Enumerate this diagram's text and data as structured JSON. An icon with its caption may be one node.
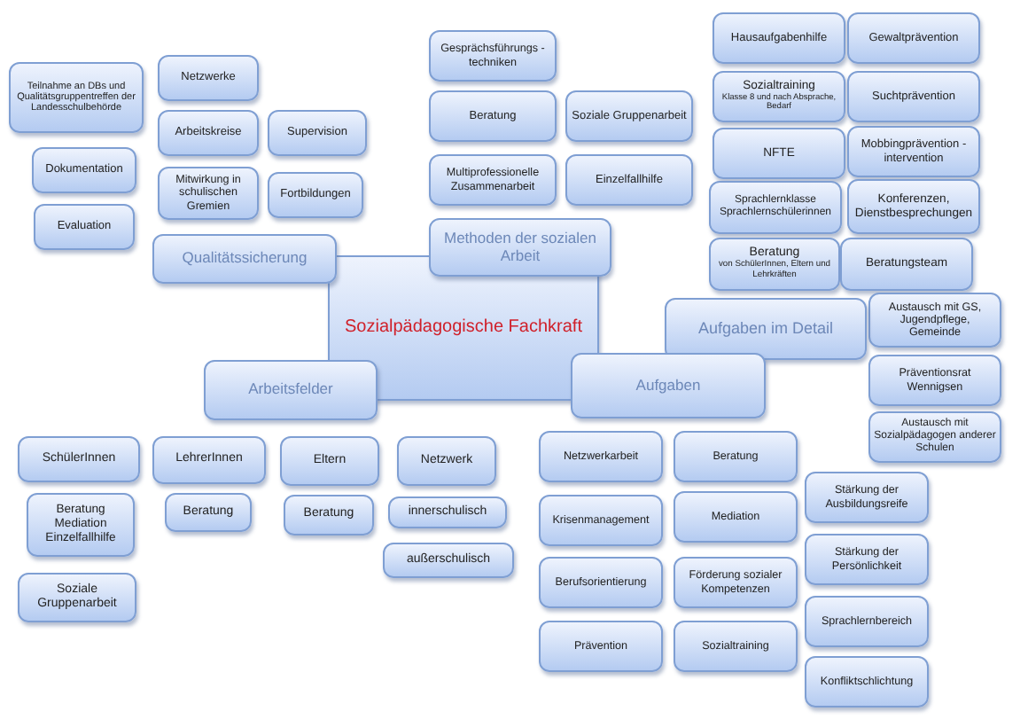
{
  "diagram": {
    "nodes": [
      {
        "text": [
          "Teilnahme an DBs und Qualitätsgruppentreffen der Landesschulbehörde"
        ]
      },
      {
        "text": [
          "Dokumentation"
        ]
      },
      {
        "text": [
          "Evaluation"
        ]
      },
      {
        "text": [
          "Netzwerke"
        ]
      },
      {
        "text": [
          "Arbeitskreise"
        ]
      },
      {
        "text": [
          "Supervision"
        ]
      },
      {
        "text": [
          "Mitwirkung in schulischen Gremien"
        ]
      },
      {
        "text": [
          "Fortbildungen"
        ]
      },
      {
        "text": [
          "Qualitätssicherung"
        ]
      },
      {
        "text": [
          "Gesprächsführungs -techniken"
        ]
      },
      {
        "text": [
          "Beratung"
        ]
      },
      {
        "text": [
          "Soziale Gruppenarbeit"
        ]
      },
      {
        "text": [
          "Multiprofessionelle Zusammenarbeit"
        ]
      },
      {
        "text": [
          "Einzelfallhilfe"
        ]
      },
      {
        "text": [
          "Methoden der sozialen Arbeit"
        ]
      },
      {
        "text": [
          "Sozialpädagogische Fachkraft"
        ]
      },
      {
        "text": [
          "Hausaufgabenhilfe"
        ]
      },
      {
        "text": [
          "Gewaltprävention"
        ]
      },
      {
        "text": [
          "Sozialtraining",
          "Klasse 8 und nach Absprache, Bedarf"
        ]
      },
      {
        "text": [
          "Suchtprävention"
        ]
      },
      {
        "text": [
          "NFTE"
        ]
      },
      {
        "text": [
          "Mobbingprävention -intervention"
        ]
      },
      {
        "text": [
          "Sprachlernklasse Sprachlernschülerinnen"
        ]
      },
      {
        "text": [
          "Konferenzen, Dienstbesprechungen"
        ]
      },
      {
        "text": [
          "Beratung",
          "von SchülerInnen, Eltern und Lehrkräften"
        ]
      },
      {
        "text": [
          "Beratungsteam"
        ]
      },
      {
        "text": [
          "Aufgaben im Detail"
        ]
      },
      {
        "text": [
          "Austausch mit GS, Jugendpflege, Gemeinde"
        ]
      },
      {
        "text": [
          "Präventionsrat Wennigsen"
        ]
      },
      {
        "text": [
          "Austausch mit Sozialpädagogen anderer Schulen"
        ]
      },
      {
        "text": [
          "Aufgaben"
        ]
      },
      {
        "text": [
          "Arbeitsfelder"
        ]
      },
      {
        "text": [
          "SchülerInnen"
        ]
      },
      {
        "text": [
          "LehrerInnen"
        ]
      },
      {
        "text": [
          "Eltern"
        ]
      },
      {
        "text": [
          "Netzwerk"
        ]
      },
      {
        "text": [
          "Beratung Mediation Einzelfallhilfe"
        ]
      },
      {
        "text": [
          "Beratung"
        ]
      },
      {
        "text": [
          "Beratung"
        ]
      },
      {
        "text": [
          "innerschulisch"
        ]
      },
      {
        "text": [
          "außerschulisch"
        ]
      },
      {
        "text": [
          "Soziale Gruppenarbeit"
        ]
      },
      {
        "text": [
          "Netzwerkarbeit"
        ]
      },
      {
        "text": [
          "Beratung"
        ]
      },
      {
        "text": [
          "Krisenmanagement"
        ]
      },
      {
        "text": [
          "Mediation"
        ]
      },
      {
        "text": [
          "Berufsorientierung"
        ]
      },
      {
        "text": [
          "Förderung sozialer Kompetenzen"
        ]
      },
      {
        "text": [
          "Prävention"
        ]
      },
      {
        "text": [
          "Sozialtraining"
        ]
      },
      {
        "text": [
          "Stärkung der Ausbildungsreife"
        ]
      },
      {
        "text": [
          "Stärkung der Persönlichkeit"
        ]
      },
      {
        "text": [
          "Sprachlernbereich"
        ]
      },
      {
        "text": [
          "Konfliktschlichtung"
        ]
      }
    ]
  }
}
